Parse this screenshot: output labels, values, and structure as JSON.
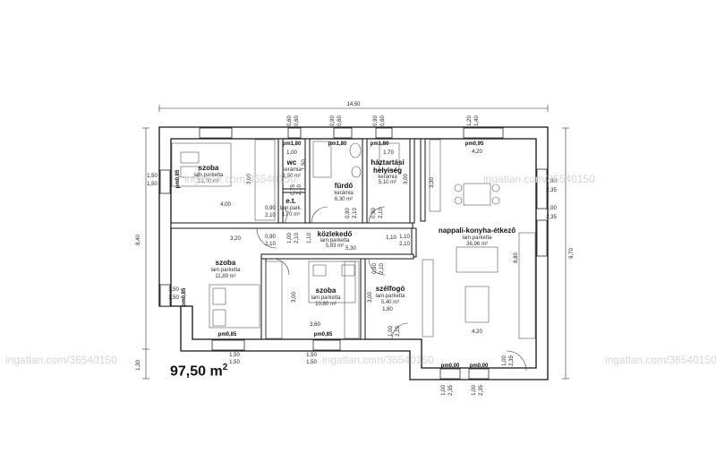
{
  "total_area": {
    "value": "97,50 m",
    "unit_sup": "2"
  },
  "watermark": "ingatlan.com/36540150",
  "rooms": {
    "szoba1": {
      "name": "szoba",
      "floor": "lam.parketta",
      "area": "12,00 m²"
    },
    "wc": {
      "name": "wc",
      "floor": "kerámia",
      "area": "1,50 m²"
    },
    "furdo": {
      "name": "fürdő",
      "floor": "kerámia",
      "area": "6,30 m²"
    },
    "haztartasi": {
      "name1": "háztartási",
      "name2": "helyiség",
      "floor": "kerámia",
      "area": "5,10 m²"
    },
    "nappali": {
      "name": "nappali-konyha-étkező",
      "floor": "lam.parketta",
      "area": "36,96 m²"
    },
    "eh": {
      "name": "e.t.",
      "floor": "lam.park.",
      "area": "1,70 m²"
    },
    "kozlekedo": {
      "name": "közlekedő",
      "floor": "lam.parketta",
      "area": "5,83 m²"
    },
    "szoba2": {
      "name": "szoba",
      "floor": "lam.parketta",
      "area": "11,89 m²"
    },
    "szoba3": {
      "name": "szoba",
      "floor": "lam.parketta",
      "area": "10,80 m²"
    },
    "szelfogo": {
      "name": "szélfogó",
      "floor": "lam.parketta",
      "area": "5,40 m²"
    }
  },
  "dims": {
    "overall_width": "14,50",
    "left_h1": "8,40",
    "left_h2": "1,30",
    "right_h": "9,70",
    "w1": "4,00",
    "w2": "3,20",
    "w3": "5,30",
    "w4": "3,60",
    "w5": "4,20",
    "w6": "4,20",
    "w7": "1,70",
    "w8": "1,10",
    "w9": "1,80",
    "w10": "1,00",
    "h1": "3,00",
    "h2": "3,00",
    "h3": "3,00",
    "h4": "3,30",
    "h5": "3,00",
    "h6": "8,80",
    "h7": "1,50",
    "h8": "1,10",
    "pm180a": "pm1,80",
    "pm180b": "pm1,80",
    "pm180c": "pm1,80",
    "pm095": "pm0,95",
    "pm085a": "pm0,85",
    "pm085b": "pm0,85",
    "pm085c": "pm0,85",
    "pm085d": "pm0,85",
    "pm000a": "pm0,00",
    "pm000b": "pm0,00",
    "t060a": "0,60",
    "t060b": "0,60",
    "t090a": "0,90",
    "t060c": "0,60",
    "t090b": "0,90",
    "t060d": "0,60",
    "t120": "1,20",
    "t140": "1,40",
    "l150a": "1,50",
    "l150b": "1,50",
    "l150c": "1,50",
    "l150d": "1,50",
    "r100a": "1,00",
    "r235a": "2,35",
    "r100b": "1,00",
    "r235b": "2,35",
    "d090": "0,90",
    "d210": "2,10",
    "d075": "0,75",
    "d210b": "2,10",
    "d090c": "0,90",
    "d210c": "2,10",
    "d090d": "0,90",
    "d210d": "2,10",
    "d100": "1,00",
    "d210e": "2,10",
    "d110": "1,10",
    "d210f": "2,10",
    "b150a": "1,50",
    "b150b": "1,50",
    "b150c": "1,50",
    "b150d": "1,50",
    "b100a": "1,00",
    "b235a": "2,35",
    "b100b": "1,00",
    "b235b": "2,35",
    "b100c": "1,00",
    "b235c": "2,35",
    "f100": "1,00",
    "f210": "2,10",
    "f090": "0,90",
    "f210b": "2,10"
  }
}
